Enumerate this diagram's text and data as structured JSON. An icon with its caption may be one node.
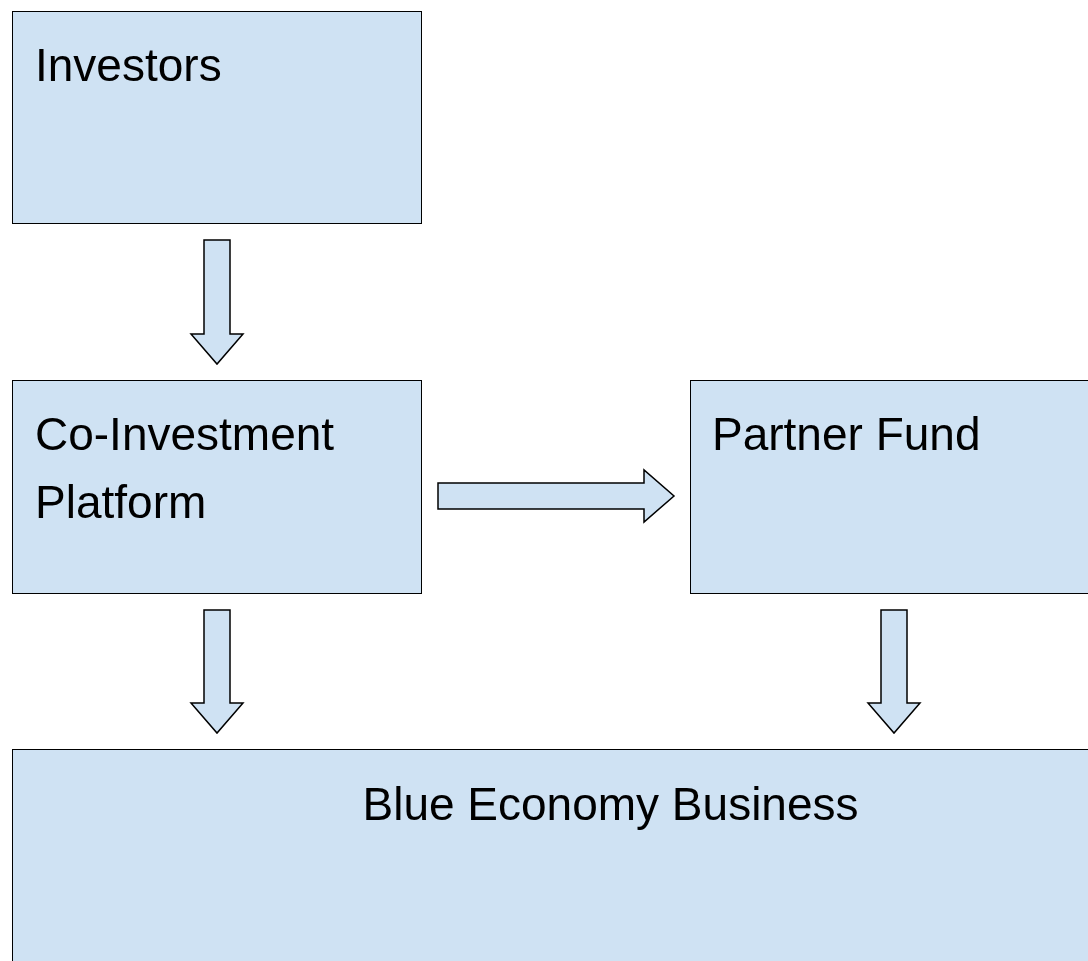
{
  "diagram": {
    "nodes": [
      {
        "text": [
          "Investors"
        ]
      },
      {
        "text": [
          "Co-Investment Platform"
        ]
      },
      {
        "text": [
          "Partner Fund"
        ]
      },
      {
        "text": [
          "Blue Economy Business"
        ]
      }
    ],
    "edges": [
      {
        "from": 0,
        "to": 1,
        "arrow": "to"
      },
      {
        "from": 1,
        "to": 2,
        "arrow": "to"
      },
      {
        "from": 1,
        "to": 3,
        "arrow": "to"
      },
      {
        "from": 2,
        "to": 3,
        "arrow": "to"
      }
    ]
  }
}
